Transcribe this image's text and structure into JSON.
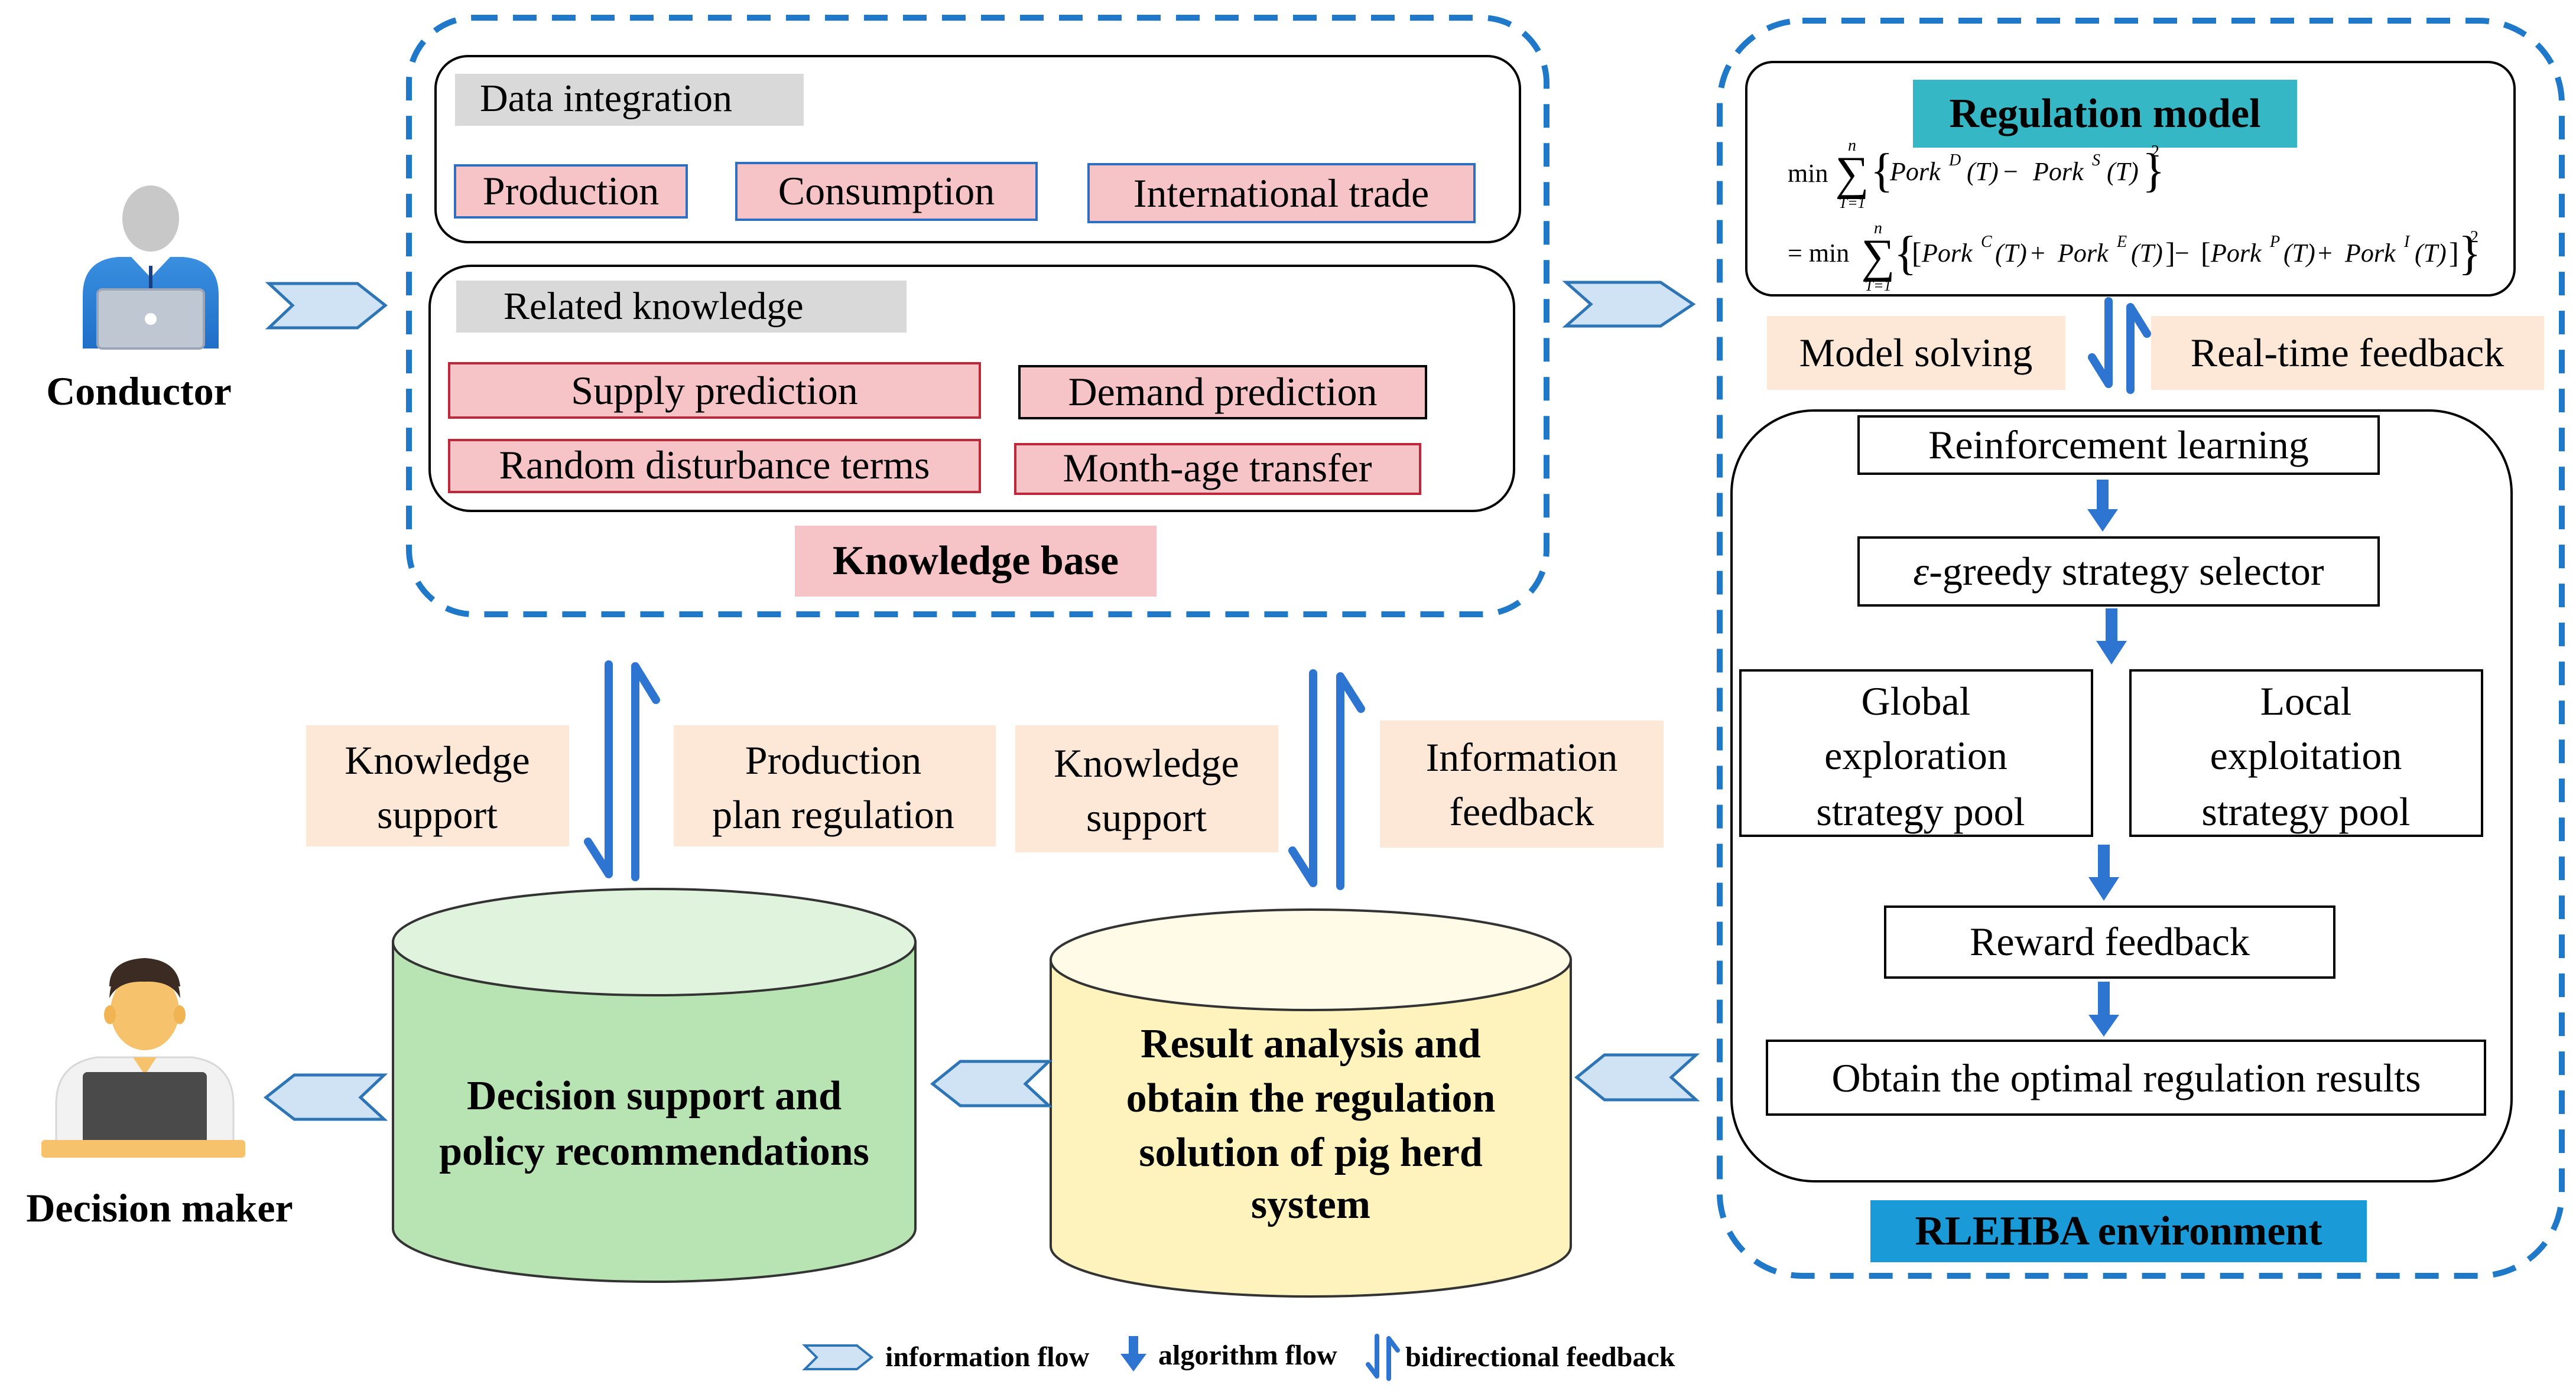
{
  "knowledge_base": {
    "title": "Knowledge base",
    "data_integration": {
      "title": "Data integration",
      "items": [
        "Production",
        "Consumption",
        "International trade"
      ]
    },
    "related_knowledge": {
      "title": "Related knowledge",
      "items": [
        "Supply prediction",
        "Demand prediction",
        "Random disturbance terms",
        "Month-age transfer"
      ]
    }
  },
  "actors": {
    "conductor": "Conductor",
    "decision_maker": "Decision maker"
  },
  "regulation_model": {
    "title": "Regulation model",
    "eq1_min": "min",
    "eq1_pork": "Pork",
    "eq1_D": "D",
    "eq1_T": "(T)",
    "eq1_minus": " − ",
    "eq1_S": "S",
    "eq1_sq": "2",
    "sum_upper": "n",
    "sum_lower": "T=1",
    "eq2_prefix": "= min",
    "eq2_pork": "Pork",
    "eq2_C": "C",
    "eq2_E": "E",
    "eq2_P": "P",
    "eq2_I": "I",
    "eq2_plus": " + ",
    "eq2_minus": " − ",
    "eq2_T": "(T)",
    "eq2_sq": "2"
  },
  "feedback_labels": {
    "model_solving": "Model solving",
    "realtime_feedback": "Real-time feedback"
  },
  "rl_flow": {
    "reinforcement_learning": "Reinforcement learning",
    "egreedy_symbol": "ε",
    "egreedy_text": "-greedy strategy selector",
    "global_pool": [
      "Global",
      "exploration",
      "strategy pool"
    ],
    "local_pool": [
      "Local",
      "exploitation",
      "strategy pool"
    ],
    "reward_feedback": "Reward feedback",
    "optimal_results": "Obtain the optimal regulation results"
  },
  "environment_label": "RLEHBA environment",
  "middle_labels": {
    "knowledge_support_1": [
      "Knowledge",
      "support"
    ],
    "production_plan": [
      "Production",
      "plan regulation"
    ],
    "knowledge_support_2": [
      "Knowledge",
      "support"
    ],
    "information_feedback": [
      "Information",
      "feedback"
    ]
  },
  "cylinders": {
    "decision": [
      "Decision support and",
      "policy recommendations"
    ],
    "result": [
      "Result analysis and",
      "obtain the regulation",
      "solution of pig herd",
      "system"
    ]
  },
  "legend": {
    "information_flow": "information flow",
    "algorithm_flow": "algorithm flow",
    "bidirectional_feedback": "bidirectional feedback"
  },
  "colors": {
    "dashed_border": "#1f78c8",
    "pink_fill": "#f6c3c7",
    "pink_border": "#c0283a",
    "gray_fill": "#d9d9d9",
    "peach_fill": "#fde8d8",
    "teal_fill": "#35b7c6",
    "blue_fill": "#1a9ad6",
    "green_fill": "#b8e3b3",
    "yellow_fill": "#fff3bd",
    "arrow_fill": "#cfe3f5",
    "arrow_stroke": "#2e75b6",
    "down_arrow": "#2e75d1"
  }
}
